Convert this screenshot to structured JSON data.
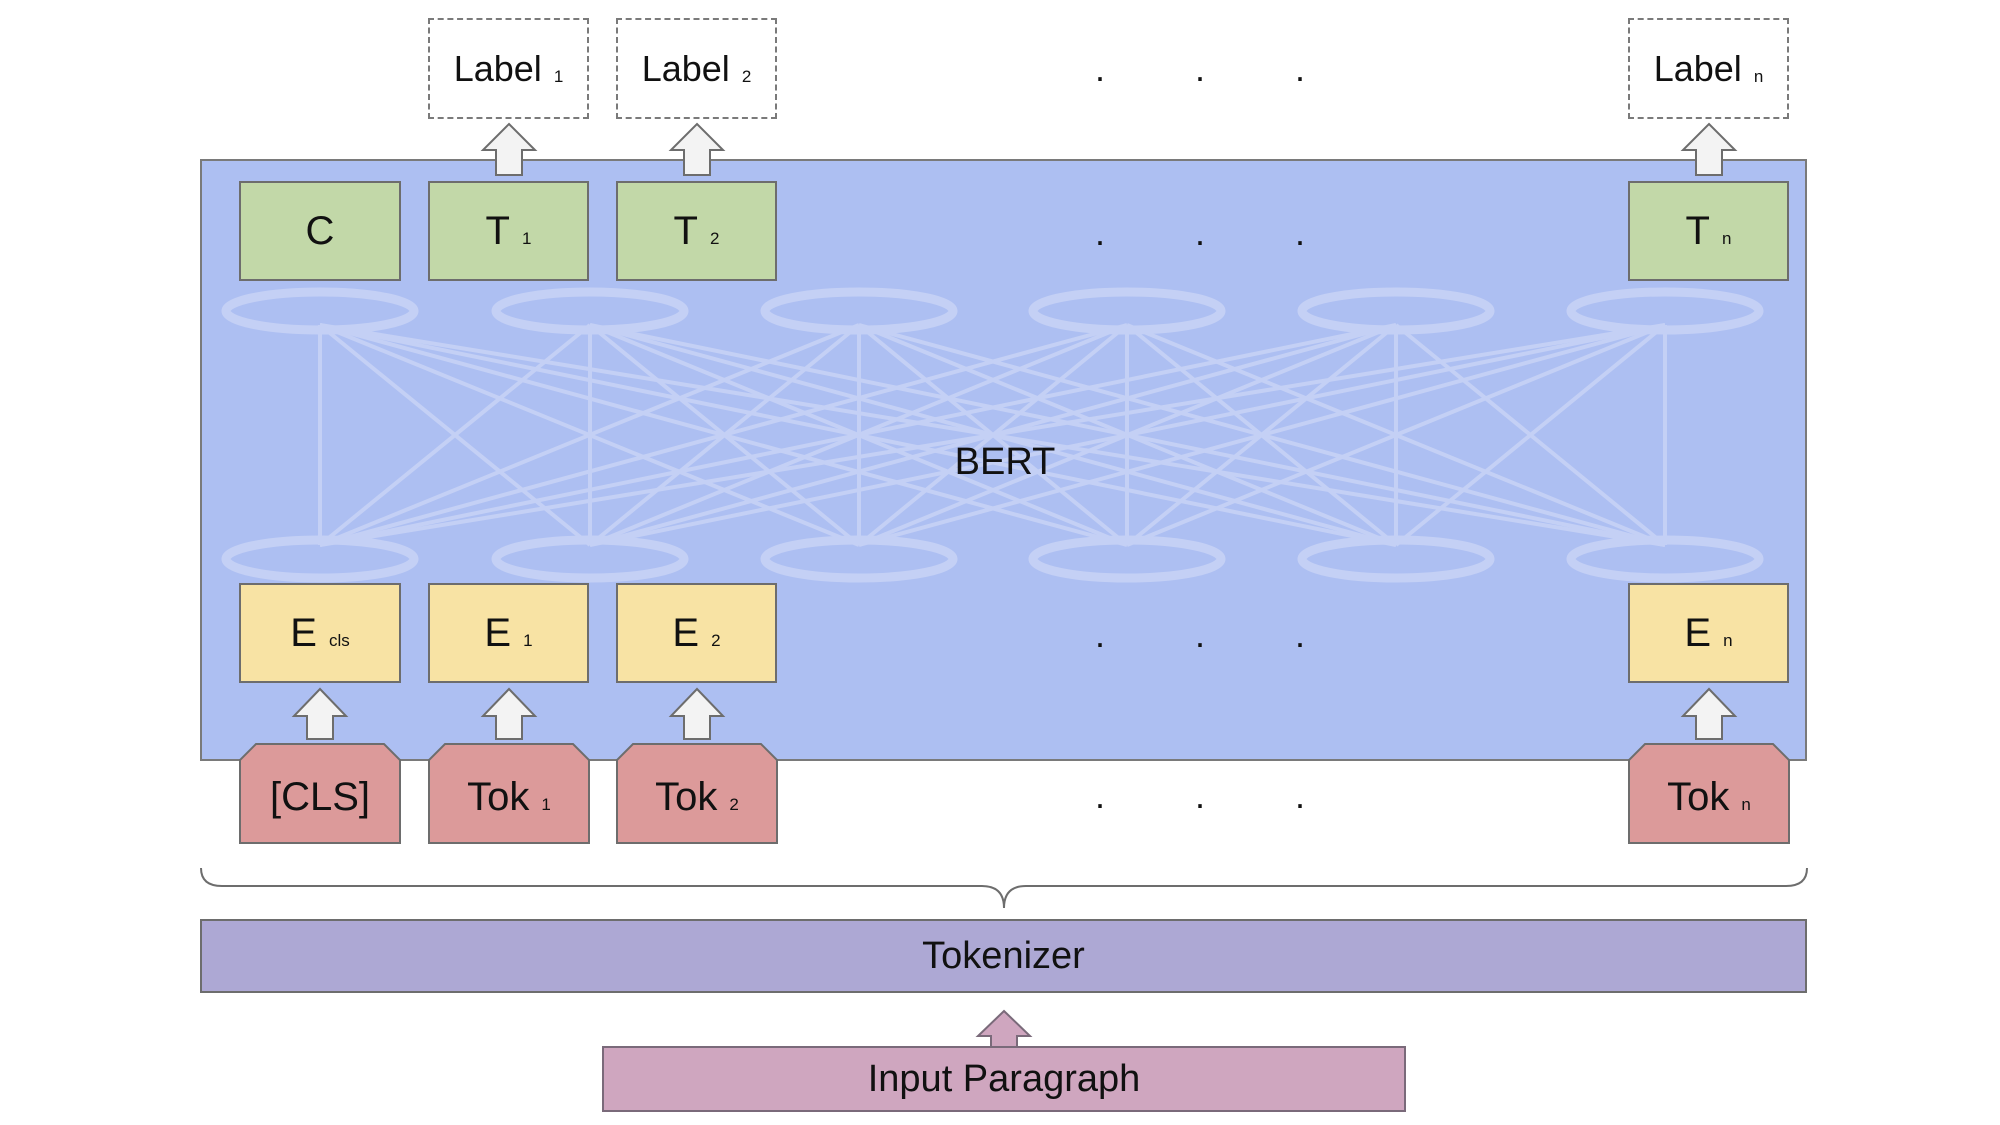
{
  "labels": [
    {
      "main": "Label",
      "sub": "1"
    },
    {
      "main": "Label",
      "sub": "2"
    },
    {
      "main": "Label",
      "sub": "n"
    }
  ],
  "outputs": [
    {
      "main": "C",
      "sub": ""
    },
    {
      "main": "T",
      "sub": "1"
    },
    {
      "main": "T",
      "sub": "2"
    },
    {
      "main": "T",
      "sub": "n"
    }
  ],
  "embeddings": [
    {
      "main": "E",
      "sub": "cls"
    },
    {
      "main": "E",
      "sub": "1"
    },
    {
      "main": "E",
      "sub": "2"
    },
    {
      "main": "E",
      "sub": "n"
    }
  ],
  "tokens": [
    {
      "main": "[CLS]",
      "sub": ""
    },
    {
      "main": "Tok",
      "sub": "1"
    },
    {
      "main": "Tok",
      "sub": "2"
    },
    {
      "main": "Tok",
      "sub": "n"
    }
  ],
  "ellipsis": ".",
  "model_label": "BERT",
  "tokenizer_label": "Tokenizer",
  "input_label": "Input Paragraph",
  "colors": {
    "bert_bg": "#adbff2",
    "output_cell": "#c2d8a8",
    "embedding_cell": "#f8e3a4",
    "token_cell": "#dc9a9a",
    "tokenizer_bg": "#ada8d4",
    "input_bg": "#cfa6bf"
  }
}
